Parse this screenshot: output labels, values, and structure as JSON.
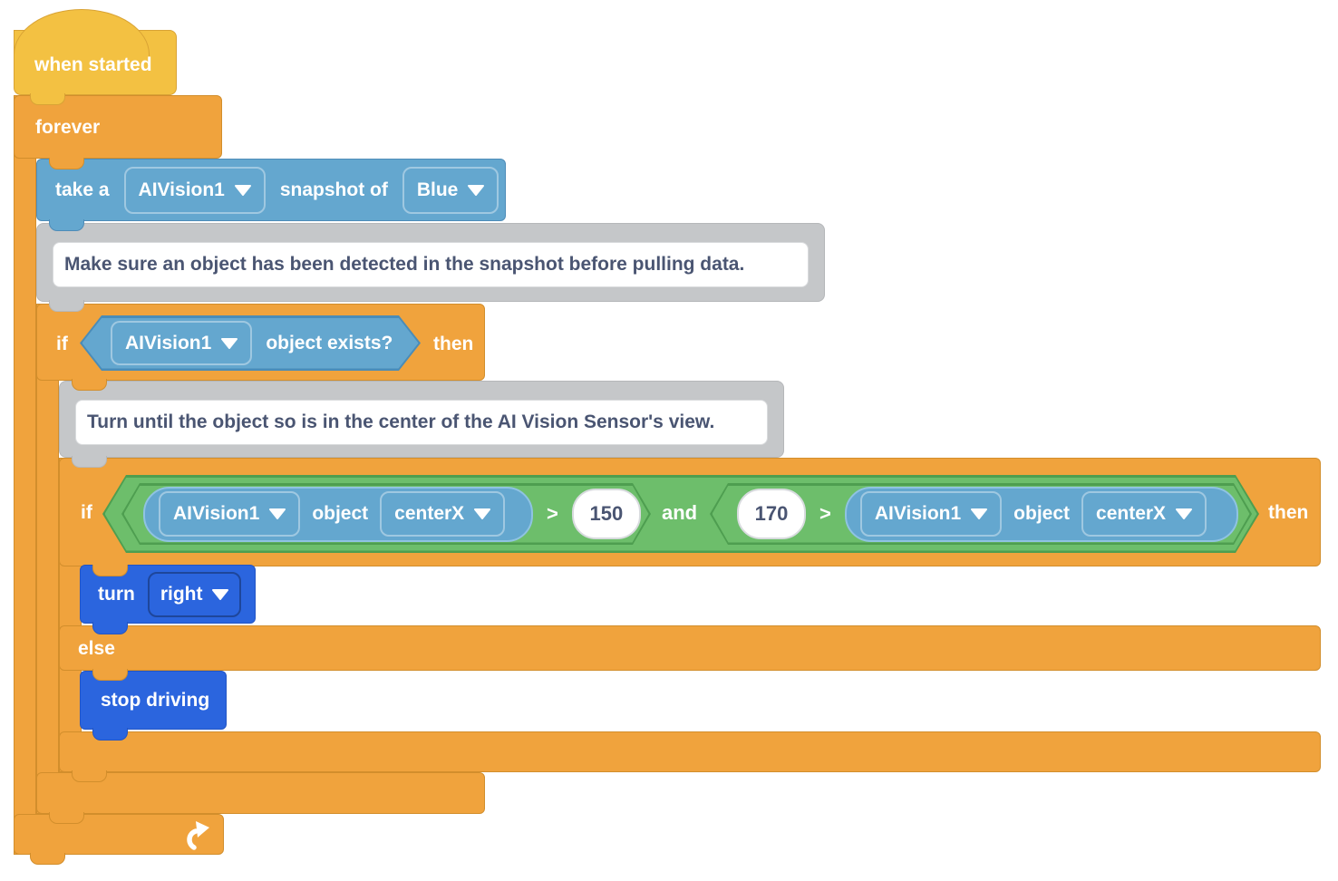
{
  "blocks": {
    "when_started": {
      "label": "when started"
    },
    "forever": {
      "label": "forever"
    },
    "take_snapshot": {
      "prefix": "take a",
      "device": "AIVision1",
      "middle": "snapshot of",
      "color": "Blue"
    },
    "comment_detect": {
      "text": "Make sure an object has been detected in the snapshot before pulling data."
    },
    "if_object_exists": {
      "if_label": "if",
      "device": "AIVision1",
      "condition": "object exists?",
      "then_label": "then"
    },
    "comment_turn": {
      "text": "Turn until the object so is in the center of the AI Vision Sensor's view."
    },
    "if_centered": {
      "if_label": "if",
      "and_label": "and",
      "then_label": "then",
      "left": {
        "device": "AIVision1",
        "object_label": "object",
        "property": "centerX",
        "operator": ">",
        "value": "150"
      },
      "right": {
        "value": "170",
        "operator": ">",
        "device": "AIVision1",
        "object_label": "object",
        "property": "centerX"
      }
    },
    "turn": {
      "label": "turn",
      "direction": "right"
    },
    "else_label": "else",
    "stop_driving": {
      "label": "stop driving"
    }
  },
  "icons": {
    "dropdown_arrow": "triangle-down",
    "loop_arrow": "curved-arrow-up-right"
  },
  "colors": {
    "hat_yellow": "#F3C142",
    "control_orange": "#F0A33D",
    "sensing_blue": "#64A7CF",
    "drivetrain_blue": "#2B65DE",
    "operator_green": "#6DBE6B",
    "comment_gray": "#C5C7C9",
    "comment_text": "#4A5572",
    "canvas": "#FFFFFF"
  }
}
